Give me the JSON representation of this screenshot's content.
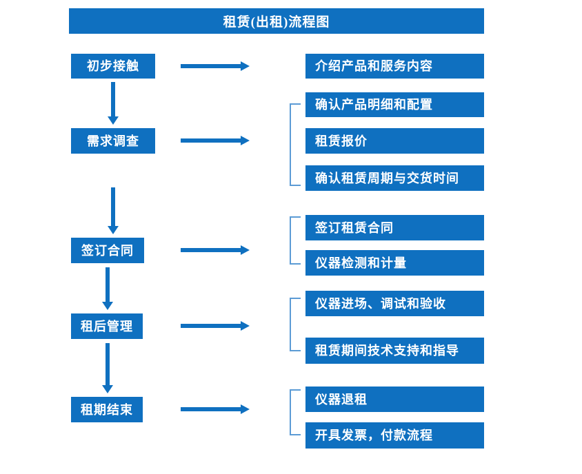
{
  "diagram": {
    "title": "租赁(出租)流程图",
    "accent_color": "#0f70c0",
    "bracket_color": "#5b9bd5",
    "text_color": "#ffffff",
    "stages": [
      {
        "label": "初步接触"
      },
      {
        "label": "需求调查"
      },
      {
        "label": "签订合同"
      },
      {
        "label": "租后管理"
      },
      {
        "label": "租期结束"
      }
    ],
    "details": [
      {
        "label": "介绍产品和服务内容"
      },
      {
        "label": "确认产品明细和配置"
      },
      {
        "label": "租赁报价"
      },
      {
        "label": "确认租赁周期与交货时间"
      },
      {
        "label": "签订租赁合同"
      },
      {
        "label": "仪器检测和计量"
      },
      {
        "label": "仪器进场、调试和验收"
      },
      {
        "label": "租赁期间技术支持和指导"
      },
      {
        "label": "仪器退租"
      },
      {
        "label": "开具发票，付款流程"
      }
    ],
    "groups": [
      {
        "stage": "需求调查",
        "detail_labels": [
          "确认产品明细和配置",
          "租赁报价",
          "确认租赁周期与交货时间"
        ]
      },
      {
        "stage": "签订合同",
        "detail_labels": [
          "签订租赁合同",
          "仪器检测和计量"
        ]
      },
      {
        "stage": "租后管理",
        "detail_labels": [
          "仪器进场、调试和验收",
          "租赁期间技术支持和指导"
        ]
      },
      {
        "stage": "租期结束",
        "detail_labels": [
          "仪器退租",
          "开具发票，付款流程"
        ]
      }
    ]
  }
}
